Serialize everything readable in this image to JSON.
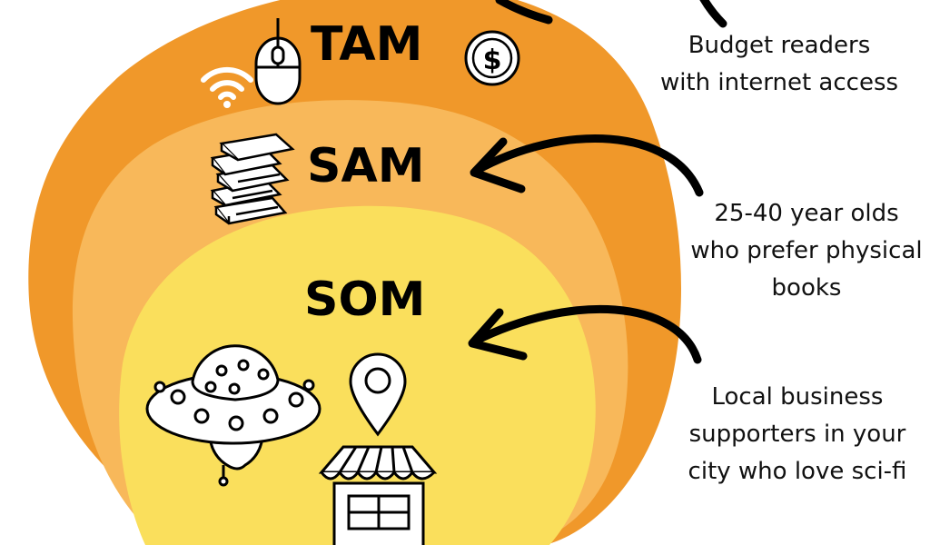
{
  "diagram": {
    "tiers": [
      {
        "label": "TAM",
        "description": [
          "Budget readers",
          "with internet access"
        ]
      },
      {
        "label": "SAM",
        "description": [
          "25-40 year olds",
          "who prefer physical",
          "books"
        ]
      },
      {
        "label": "SOM",
        "description": [
          "Local business",
          "supporters in your",
          "city who love sci-fi"
        ]
      }
    ],
    "icons": [
      "wifi-icon",
      "computer-mouse-icon",
      "dollar-coin-icon",
      "book-stack-icon",
      "ufo-icon",
      "location-pin-icon",
      "storefront-icon"
    ],
    "colors": {
      "tam": "#F0982A",
      "sam": "#F8B85A",
      "som": "#FADF5C",
      "ink": "#000000"
    }
  }
}
